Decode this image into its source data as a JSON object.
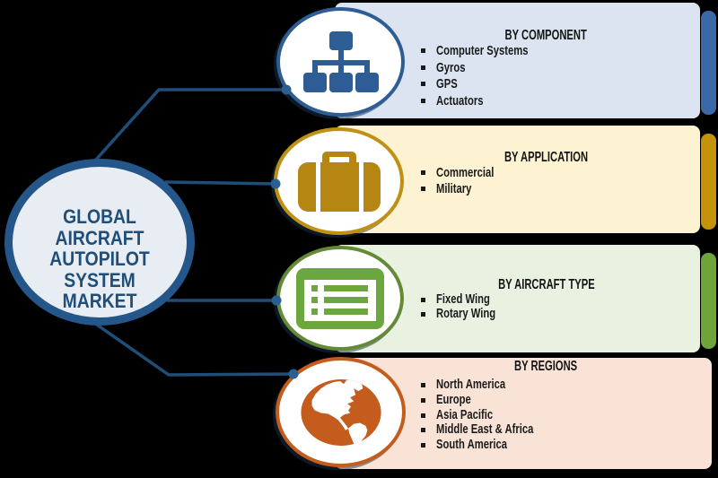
{
  "hub": {
    "title": "GLOBAL AIRCRAFT AUTOPILOT SYSTEM MARKET",
    "lines": [
      "GLOBAL",
      "AIRCRAFT",
      "AUTOPILOT",
      "SYSTEM",
      "MARKET"
    ]
  },
  "colors": {
    "background": "#000000",
    "connector": "#1f4e79",
    "dot": "#2a5f92",
    "hub_fill": "#e8ecf3",
    "hub_border": "#24568a",
    "hub_text": "#1f4e79",
    "bullet_text": "#1a1a1a"
  },
  "panels": [
    {
      "title": "BY COMPONENT",
      "items": [
        "Computer Systems",
        "Gyros",
        "GPS",
        "Actuators"
      ],
      "icon": "sitemap-icon",
      "theme": {
        "fill": "#dbe4f0",
        "bar": "#3b68a6",
        "ring": "#2d5d93",
        "icon": "#2e5c94"
      }
    },
    {
      "title": "BY APPLICATION",
      "items": [
        "Commercial",
        "Military"
      ],
      "icon": "briefcase-icon",
      "theme": {
        "fill": "#fdf2d2",
        "bar": "#c49309",
        "ring": "#bf9013",
        "icon": "#b58712"
      }
    },
    {
      "title": "BY AIRCRAFT TYPE",
      "items": [
        "Fixed Wing",
        "Rotary Wing"
      ],
      "icon": "list-icon",
      "theme": {
        "fill": "#e9f2e1",
        "bar": "#6fa33c",
        "ring": "#648a36",
        "icon": "#6ca63e"
      }
    },
    {
      "title": "BY REGIONS",
      "items": [
        "North America",
        "Europe",
        "Asia Pacific",
        "Middle East & Africa",
        "South America"
      ],
      "icon": "globe-icon",
      "theme": {
        "fill": "#f9e3d6",
        "bar": "#c45c1d",
        "ring": "#c45c1d",
        "icon": "#c45c1d"
      }
    }
  ]
}
